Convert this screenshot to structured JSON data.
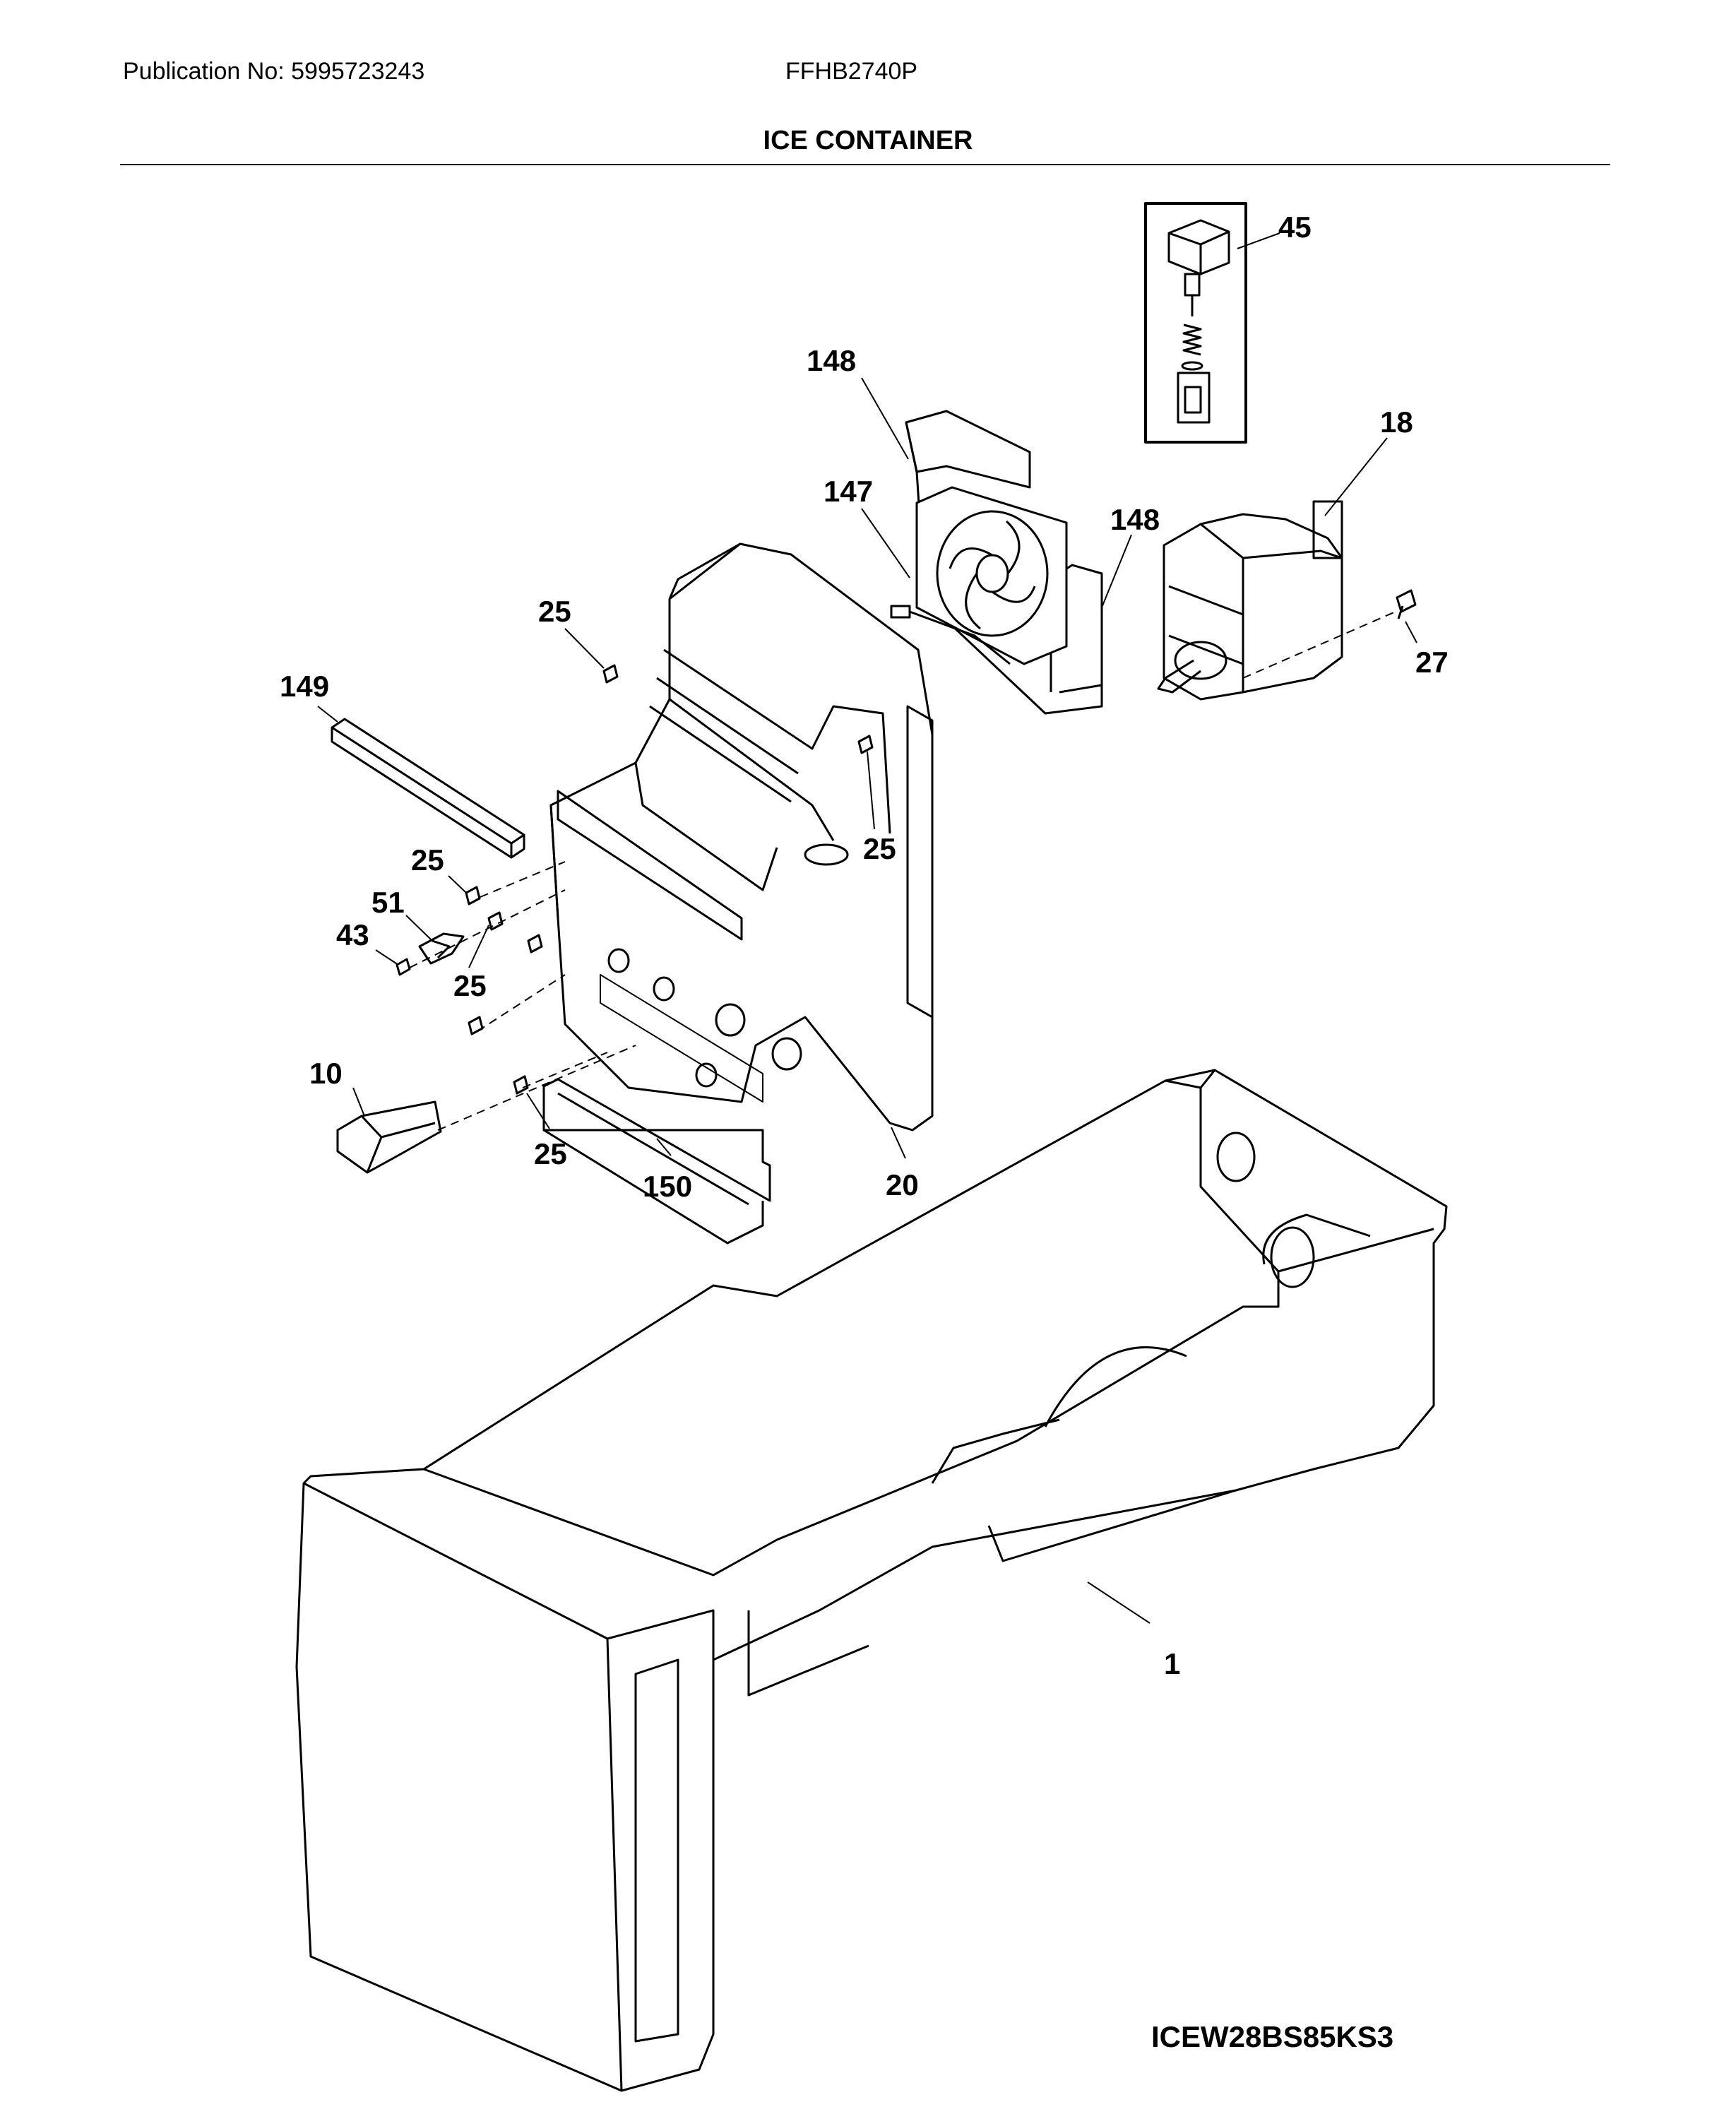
{
  "header": {
    "publication": "Publication No: 5995723243",
    "model": "FFHB2740P",
    "title": "ICE CONTAINER"
  },
  "callouts": {
    "c45": "45",
    "c148a": "148",
    "c18": "18",
    "c147": "147",
    "c148b": "148",
    "c25a": "25",
    "c27": "27",
    "c149": "149",
    "c25b": "25",
    "c25c": "25",
    "c51": "51",
    "c43": "43",
    "c25d": "25",
    "c10": "10",
    "c25e": "25",
    "c150": "150",
    "c20": "20",
    "c1": "1"
  },
  "diagram_code": "ICEW28BS85KS3"
}
